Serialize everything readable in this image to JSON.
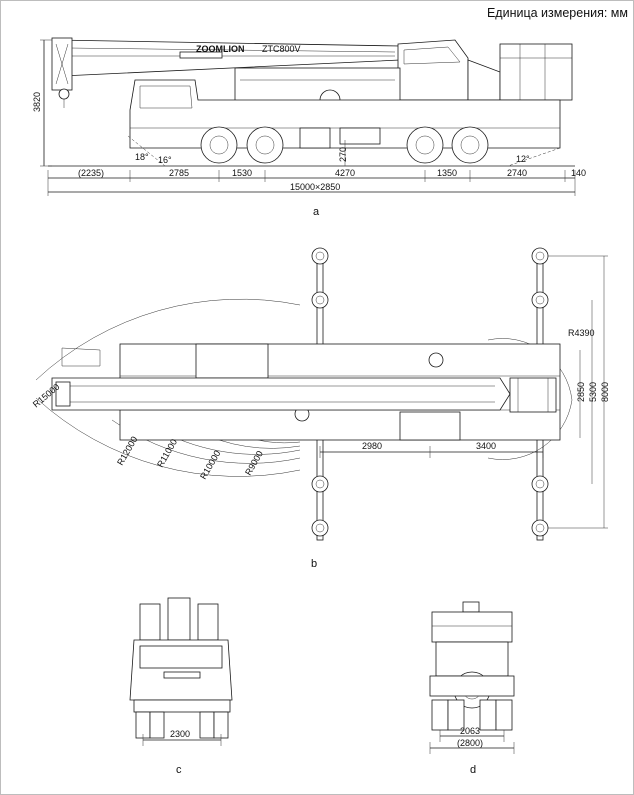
{
  "header": {
    "unit_label": "Единица измерения: мм"
  },
  "views": {
    "a": {
      "label": "a",
      "brand": "ZOOMLION",
      "model": "ZTC800V",
      "height_dim": "3820",
      "angles": [
        "18°",
        "16°",
        "12°"
      ],
      "axle_dims": [
        "(2235)",
        "2785",
        "1530",
        "4270",
        "1350",
        "2740",
        "140"
      ],
      "ground_dim": "270",
      "total_dim": "15000×2850"
    },
    "b": {
      "label": "b",
      "radii": [
        "R15000",
        "R12000",
        "R11000",
        "R10000",
        "R9000",
        "R4390"
      ],
      "outrigger_dims": [
        "2980",
        "3400"
      ],
      "width_dims": [
        "2850",
        "5300",
        "8000"
      ]
    },
    "c": {
      "label": "c",
      "track_dim": "2300"
    },
    "d": {
      "label": "d",
      "track_dim": "2063",
      "overall_dim": "(2800)"
    }
  }
}
